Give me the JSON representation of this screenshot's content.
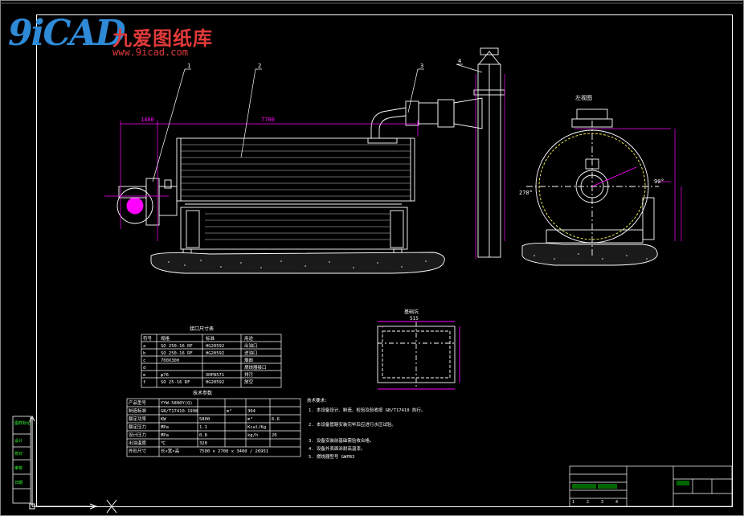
{
  "watermark": {
    "brand_mark": "9iCAD",
    "brand_text": "九爱图纸库",
    "url": "www.9icad.com"
  },
  "colors": {
    "background": "#000000",
    "line_white": "#ffffff",
    "dimension_magenta": "#ff00ff",
    "logo_red": "#e23a3a",
    "logo_blue": "#2e8ad6"
  },
  "drawing": {
    "labels": {
      "leader_1": "1",
      "leader_2": "2",
      "leader_3": "3",
      "leader_4": "4",
      "dim_total": "7700",
      "dim_left": "1400",
      "angle_90": "90°",
      "angle_270": "270°",
      "section_title": "A-A",
      "side_view_title": "左视图",
      "pit_title": "基础坑",
      "pit_width": "515"
    },
    "connection_table": {
      "title": "接口尺寸表",
      "headers": [
        "符号",
        "规格",
        "标准",
        "用途"
      ],
      "rows": [
        [
          "a",
          "SO 250-16 RF",
          "HG20592",
          "出油口"
        ],
        [
          "b",
          "SO 250-16 RF",
          "HG20592",
          "进油口"
        ],
        [
          "c",
          "700X300",
          "",
          "烟囱"
        ],
        [
          "d",
          "",
          "",
          "燃烧器接口"
        ],
        [
          "e",
          "φ76",
          "XHP8571",
          "排污"
        ],
        [
          "f",
          "SO 25-16 RF",
          "HG20592",
          "放空"
        ]
      ]
    },
    "tech_table": {
      "title": "技术参数",
      "rows": [
        [
          "产品型号",
          "YYW-5800Y(Q)",
          "",
          "",
          "",
          ""
        ],
        [
          "制造标准",
          "GB/T17410-1998",
          "",
          "m²",
          "304",
          ""
        ],
        [
          "额定功率",
          "KW",
          "5800",
          "",
          "m³",
          "6.6"
        ],
        [
          "额定压力",
          "MPa",
          "1.1",
          "",
          "Kcal/Kg",
          ""
        ],
        [
          "设计压力",
          "MPa",
          "0.8",
          "",
          "kg/h",
          "20"
        ],
        [
          "出油温度",
          "℃",
          "320",
          "",
          "",
          ""
        ],
        [
          "外形尺寸",
          "长×宽×高",
          "7500 x 2700 x 3400 / 26951",
          "",
          "",
          ""
        ]
      ]
    },
    "notes": {
      "title": "技术要求:",
      "lines": [
        "1. 本设备设计、制造、检验及验收按 GB/T17410 执行。",
        "2. 本设备管路安装完毕后应进行水压试验。",
        "3. 设备安装前基础需验收合格。",
        "4. 设备外表面涂耐高温漆。",
        "5. 燃烧器型号 GWPB3"
      ]
    },
    "title_block": {
      "rev_labels": [
        "1",
        "2",
        "3",
        "4"
      ],
      "side_stamps": [
        "图样标记",
        "设计",
        "校对",
        "审核",
        "日期"
      ]
    }
  }
}
